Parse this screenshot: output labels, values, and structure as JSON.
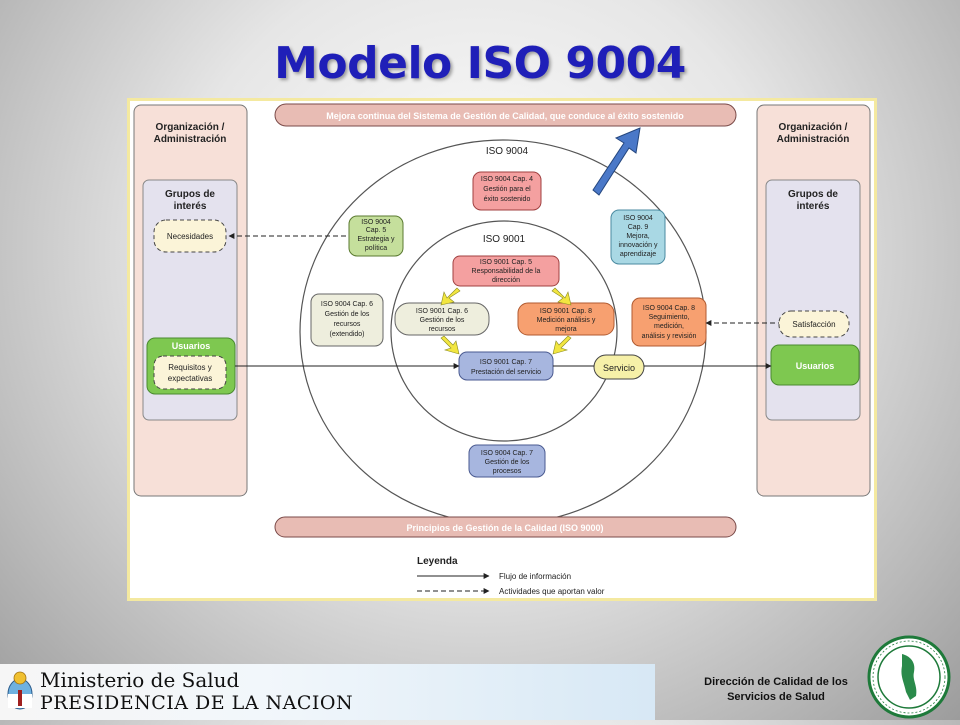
{
  "slide": {
    "title": "Modelo ISO 9004"
  },
  "diagram": {
    "top_banner": "Mejora continua del Sistema de Gestión de Calidad, que conduce al éxito sostenido",
    "bottom_banner": "Principios de Gestión de la Calidad (ISO 9000)",
    "left_panel": {
      "title": [
        "Organización /",
        "Administración"
      ],
      "groups_title": [
        "Grupos de",
        "interés"
      ],
      "needs": "Necesidades",
      "users": "Usuarios",
      "requirements": [
        "Requisitos y",
        "expectativas"
      ]
    },
    "right_panel": {
      "title": [
        "Organización /",
        "Administración"
      ],
      "groups_title": [
        "Grupos de",
        "interés"
      ],
      "satisfaction": "Satisfacción",
      "users": "Usuarios"
    },
    "outer_circle_label": "ISO 9004",
    "inner_circle_label": "ISO 9001",
    "boxes": {
      "cap4": [
        "ISO 9004 Cap. 4",
        "Gestión para el",
        "éxito sostenido"
      ],
      "cap5_9004": [
        "ISO 9004",
        "Cap. 5",
        "Estrategia y",
        "política"
      ],
      "cap9": [
        "ISO 9004",
        "Cap. 9",
        "Mejora,",
        "innovación y",
        "aprendizaje"
      ],
      "cap6_9004": [
        "ISO 9004 Cap. 6",
        "Gestión de los",
        "recursos",
        "(extendido)"
      ],
      "cap8_9004": [
        "ISO 9004 Cap. 8",
        "Seguimiento,",
        "medición,",
        "análisis y revisión"
      ],
      "cap7_9004": [
        "ISO 9004 Cap. 7",
        "Gestión de los",
        "procesos"
      ],
      "cap5_9001": [
        "ISO 9001 Cap. 5",
        "Responsabilidad de la",
        "dirección"
      ],
      "cap6_9001": [
        "ISO 9001 Cap. 6",
        "Gestión de los",
        "recursos"
      ],
      "cap8_9001": [
        "ISO 9001 Cap. 8",
        "Medición análisis y",
        "mejora"
      ],
      "cap7_9001": [
        "ISO 9001 Cap. 7",
        "Prestación del servicio"
      ]
    },
    "service": "Servicio",
    "legend": {
      "title": "Leyenda",
      "info_flow": "Flujo de información",
      "value_activities": "Actividades que aportan valor"
    },
    "colors": {
      "panel_fill": "#f7e0d8",
      "inner_panel_fill": "#e4e2ee",
      "red_box": "#f4a0a0",
      "green_box": "#c5df9c",
      "blue_box": "#a9d8e4",
      "grey_box": "#eeeedd",
      "orange_box": "#f7a070",
      "periwinkle_box": "#a7b6df",
      "users_green": "#7ec850",
      "service_yellow": "#f6f0a8",
      "arrow_blue": "#4a78c8",
      "title_blue": "#1f1fb8"
    }
  },
  "footer": {
    "ministry": "Ministerio de Salud",
    "presidency": "PRESIDENCIA DE LA NACION",
    "dept_line1": "Dirección de Calidad de los",
    "dept_line2": "Servicios de Salud"
  }
}
